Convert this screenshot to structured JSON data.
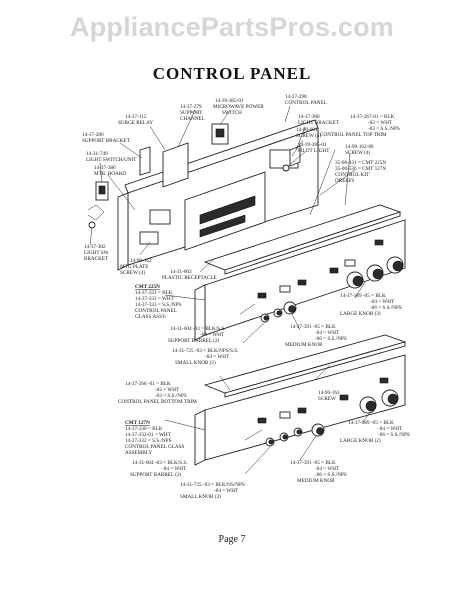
{
  "watermark": "AppliancePartsPros.com",
  "title": "CONTROL PANEL",
  "page": "Page 7",
  "labels": {
    "surge_relay": [
      "14-37-115",
      "SURGE RELAY"
    ],
    "support_channel": [
      "14-37-279",
      "SUPPORT",
      "CHANNEL"
    ],
    "microwave_power_switch": [
      "14-39-365-01",
      "MICROWAVE POWER",
      "SWITCH"
    ],
    "control_panel": [
      "14-37-298",
      "CONTROL PANEL"
    ],
    "support_bracket": [
      "14-37-280",
      "SUPPORT BRACKET"
    ],
    "light_bracket": [
      "14-37-300",
      "LIGHT BRACKET"
    ],
    "screw_4a": [
      "14-90-601",
      "SCREW (4)"
    ],
    "light_switch_unit": [
      "14-31-749",
      "LIGHT SWITCH/UNIT"
    ],
    "pilot_light": [
      "14-39-285-01",
      "PILOT LIGHT"
    ],
    "mtr_board": [
      "14-37-386",
      "MTR. BOARD"
    ],
    "top_trim": [
      "14-37-267-01 = BLK",
      "-02 = WHT",
      "-03 = S.S./NPS",
      "CONTROL PANEL TOP TRIM"
    ],
    "screw_4b": [
      "14-90-162-80",
      "SCREW (4)"
    ],
    "control_kit": [
      "35-00-431 = CMT 225N",
      "35-00-536 = CMT 127N",
      "CONTROL KIT",
      "DREEFS"
    ],
    "light_sw_bracket": [
      "14-37-302",
      "LIGHT SW.",
      "BRACKET"
    ],
    "mtg_plate_screw": [
      "14-90-162",
      "MTG PLATE",
      "SCREW (4)"
    ],
    "plastic_receptacle": [
      "14-31-603",
      "PLASTIC RECEPTACLE"
    ],
    "cmt225n_header": "CMT 225N",
    "glass_225": [
      "14-37-331 = BLK",
      "14-37-332 = WHT",
      "14-37-333 = S.S./NPS",
      "CONTROL PANEL",
      "GLASS ASSY."
    ],
    "large_knob_1": [
      "14-37-389 -05 = BLK",
      "-04 = WHT",
      "-06 = S.S./NPS",
      "LARGE KNOB (3)"
    ],
    "barrel_1": [
      "14-31-604 -03 = BLK/S.S.",
      "-04 = WHT",
      "SUPPORT BARREL (2)"
    ],
    "medium_knob_1": [
      "14-37-391 -05 = BLK",
      "-04 = WHT",
      "-06 = S.S./NPS",
      "MEDIUM KNOB"
    ],
    "small_knob_1": [
      "14-31-725 -03 = BLK/NPS/S.S.",
      "-04 = WHT",
      "SMALL KNOB (2)"
    ],
    "bottom_trim": [
      "14-37-268 -01 = BLK",
      "-02 = WHT",
      "-03 = S.S./NPS",
      "CONTROL PANEL BOTTOM TRIM"
    ],
    "screw_bottom": [
      "14-90-162",
      "SCREW"
    ],
    "cmt127n_header": "CMT 127N",
    "glass_127": [
      "14-37-330 = BLK",
      "14-37-332-01 = WHT",
      "14-37-232 = S.S./NPS",
      "CONTROL PANEL GLASS",
      "ASSEMBLY"
    ],
    "large_knob_2": [
      "14-37-389 -05 = BLK",
      "-04 = WHT",
      "-06 = S.S./NPS",
      "LARGE KNOB (2)"
    ],
    "barrel_2": [
      "14-31-604 -03 = BLK/S.S.",
      "-04 = WHT",
      "SUPPORT BARREL (2)"
    ],
    "medium_knob_2": [
      "14-37-391 -05 = BLK",
      "-04 = WHT",
      "-06 = S.S./NPS",
      "MEDIUM KNOB"
    ],
    "small_knob_2": [
      "14-31-725 -03 = BLK/NS/NPS",
      "-04 = WHT",
      "SMALL KNOB (3)"
    ]
  }
}
